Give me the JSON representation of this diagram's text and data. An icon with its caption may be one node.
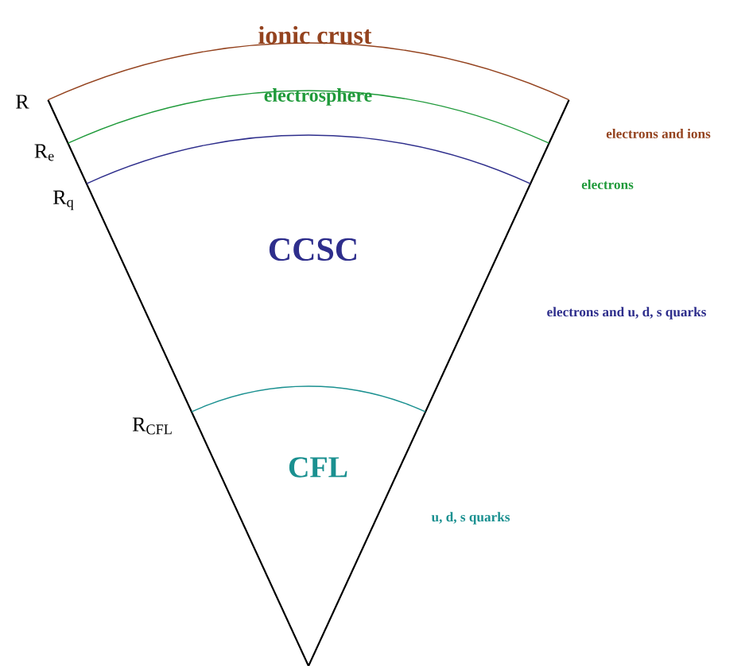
{
  "diagram": {
    "nodes": [
      {
        "text": [
          "ionic crust"
        ]
      },
      {
        "text": [
          "electrosphere"
        ]
      },
      {
        "text": [
          "CCSC"
        ]
      },
      {
        "text": [
          "CFL"
        ]
      }
    ],
    "labels": [
      "R",
      "R$_{e}$",
      "electrons and ions",
      "R$_{q}$",
      "electrons",
      "electrons and u, d, s quarks",
      "R$_{CFL}$",
      "u, d, s quarks"
    ]
  }
}
